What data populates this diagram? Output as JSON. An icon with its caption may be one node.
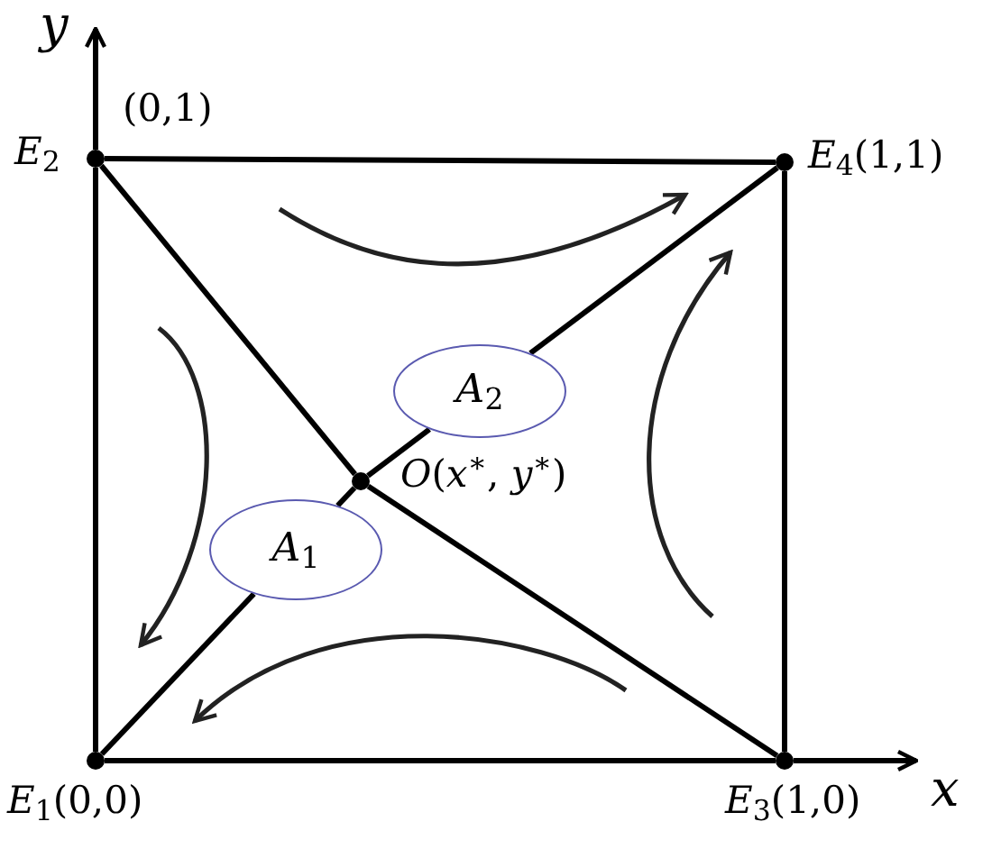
{
  "diagram": {
    "nodes": [
      {
        "text": [],
        "shape": "circle",
        "beside": [
          "*E*$_{2}$",
          "(0,1)"
        ]
      },
      {
        "text": [],
        "shape": "circle",
        "beside": [
          "*E*$_{4}$(1,1)"
        ]
      },
      {
        "text": [
          "*A*$_{2}$"
        ]
      },
      {
        "text": [],
        "shape": "circle",
        "beside": [
          "*O*(*x*$^{∗}$, *y*$^{∗}$)"
        ]
      },
      {
        "text": [
          "*A*$_{1}$"
        ]
      },
      {
        "text": [],
        "shape": "circle",
        "beside": [
          "*E*$_{1}$(0,0)"
        ]
      },
      {
        "text": [],
        "shape": "circle",
        "beside": [
          "*E*$_{3}$(1,0)"
        ]
      }
    ],
    "edges": [
      {
        "from": 0,
        "to": 1,
        "arrow": "none"
      },
      {
        "from": 1,
        "to": 6,
        "arrow": "none"
      },
      {
        "from": 5,
        "to": 6,
        "arrow": "none"
      },
      {
        "from": 5,
        "to": 0,
        "arrow": "none"
      },
      {
        "from": 5,
        "to": 4,
        "arrow": "none"
      },
      {
        "from": 4,
        "to": 3,
        "arrow": "none"
      },
      {
        "from": 3,
        "to": 2,
        "arrow": "none"
      },
      {
        "from": 2,
        "to": 1,
        "arrow": "none"
      },
      {
        "from": 0,
        "to": 3,
        "arrow": "none"
      },
      {
        "from": 3,
        "to": 6,
        "arrow": "none"
      }
    ],
    "labels": [
      "y",
      "x"
    ]
  }
}
